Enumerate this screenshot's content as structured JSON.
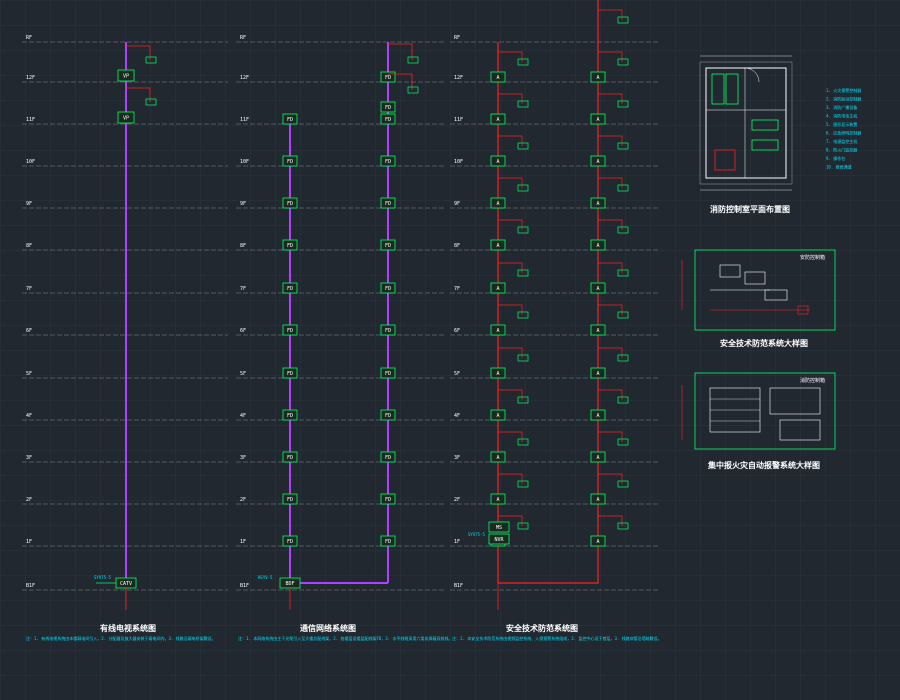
{
  "colors": {
    "background": "#212830",
    "grid": "#2c3540",
    "floor_line": "#8a8a8a",
    "riser_magenta": "#b040ff",
    "riser_red": "#ff2020",
    "device_green": "#00ff66",
    "text_white": "#ffffff",
    "text_cyan": "#00e5ff"
  },
  "floors": [
    "RF",
    "12F",
    "11F",
    "10F",
    "9F",
    "8F",
    "7F",
    "6F",
    "5F",
    "4F",
    "3F",
    "2F",
    "1F",
    "B1F"
  ],
  "tv_system": {
    "title": "有线电视系统图",
    "device_label": "VP",
    "base_box": "CATV",
    "incoming": "SYV75-5",
    "notes": "注：1. 有线电视系统由本楼弱电间引入，2. 分配器及放大器安装于弱电间内，3. 线路沿弱电桥架敷设。"
  },
  "network_system": {
    "title": "通信网络系统图",
    "device_label": "FD",
    "base_box": "BDF",
    "incoming": "HSYV-5",
    "notes": "注：1. 本网络系统由主干光缆引入至大楼总配线架，2. 各楼层设楼层配线架FD，3. 水平线缆采用六类非屏蔽双绞线。"
  },
  "security_system": {
    "title": "安全技术防范系统图",
    "device_label": "A",
    "ms": "MS",
    "nvr": "NVR",
    "incoming": "SYV75-5",
    "notes": "注：1. 本安全技术防范系统由视频监控系统、入侵报警系统组成，2. 监控中心设于首层，3. 线路穿管沿墙暗敷设。"
  },
  "floor_plan": {
    "title": "消防控制室平面布置图",
    "legend": [
      "1. 火灾报警控制器",
      "2. 消防联动控制器",
      "3. 消防广播设备",
      "4. 消防电话主机",
      "5. 图形显示装置",
      "6. 应急照明控制器",
      "7. 电源监控主机",
      "8. 防火门监控器",
      "9. 操作台",
      "10. 维修通道"
    ]
  },
  "security_detail": {
    "title": "安全技术防范系统大样图",
    "box_label": "安防控制箱"
  },
  "fire_detail": {
    "title": "集中报火灾自动报警系统大样图",
    "box_label": "消防控制箱"
  }
}
